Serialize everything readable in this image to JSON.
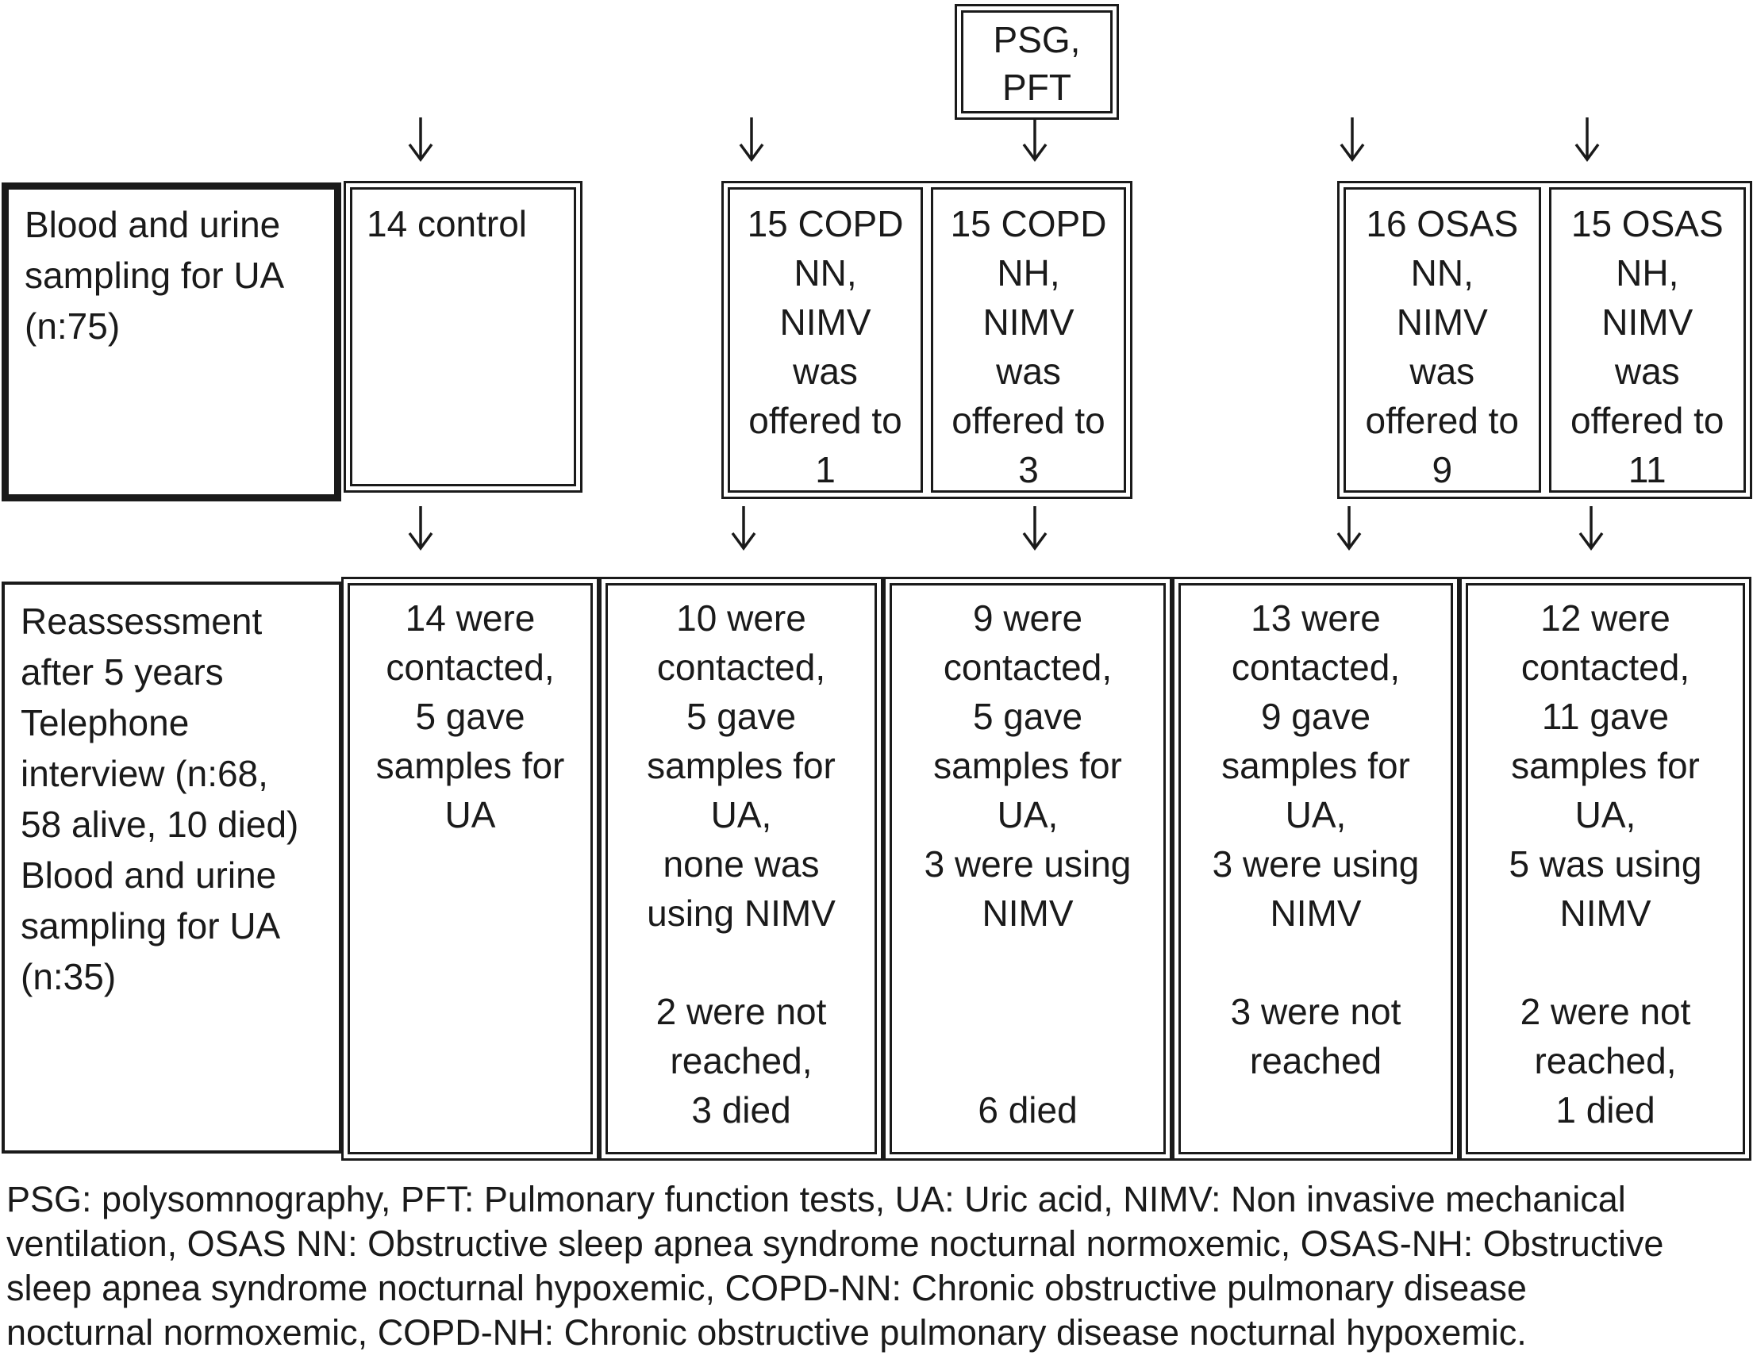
{
  "diagram": {
    "colors": {
      "ink": "#1a1a1a",
      "background": "#ffffff"
    },
    "top_box": {
      "lines": [
        "PSG,",
        "PFT"
      ]
    },
    "row1": {
      "label_box": {
        "lines": [
          "Blood and urine",
          "sampling for UA",
          "(n:75)"
        ]
      },
      "control_box": {
        "lines": [
          "14 control"
        ]
      },
      "copd_group": {
        "boxes": [
          {
            "lines": [
              "15 COPD",
              "NN,",
              "NIMV",
              "was",
              "offered to",
              "1"
            ]
          },
          {
            "lines": [
              "15 COPD",
              "NH,",
              "NIMV",
              "was",
              "offered to",
              "3"
            ]
          }
        ]
      },
      "osas_group": {
        "boxes": [
          {
            "lines": [
              "16 OSAS",
              "NN,",
              "NIMV",
              "was",
              "offered to",
              "9"
            ]
          },
          {
            "lines": [
              "15 OSAS",
              "NH,",
              "NIMV",
              "was",
              "offered to",
              "11"
            ]
          }
        ]
      }
    },
    "row2": {
      "label_box": {
        "lines": [
          "Reassessment",
          "after 5 years",
          "Telephone",
          "interview (n:68,",
          "58 alive, 10 died)",
          "Blood and urine",
          "sampling for UA",
          "(n:35)"
        ]
      },
      "boxes": [
        {
          "lines": [
            "14 were",
            "contacted,",
            "5 gave",
            "samples for",
            "UA",
            "",
            "",
            "",
            "",
            "",
            ""
          ]
        },
        {
          "lines": [
            "10 were",
            "contacted,",
            "5 gave",
            "samples for",
            "UA,",
            "none was",
            "using NIMV",
            "",
            "2 were not",
            "reached,",
            "3 died"
          ]
        },
        {
          "lines": [
            "9 were",
            "contacted,",
            "5 gave",
            "samples for",
            "UA,",
            "3 were using",
            "NIMV",
            "",
            "",
            "",
            "6 died"
          ]
        },
        {
          "lines": [
            "13 were",
            "contacted,",
            "9 gave",
            "samples for",
            "UA,",
            "3 were using",
            "NIMV",
            "",
            "3 were not",
            "reached",
            ""
          ]
        },
        {
          "lines": [
            "12 were",
            "contacted,",
            "11 gave",
            "samples for",
            "UA,",
            "5 was using",
            "NIMV",
            "",
            "2 were not",
            "reached,",
            "1 died"
          ]
        }
      ]
    },
    "legend": {
      "lines": [
        "PSG: polysomnography, PFT: Pulmonary function tests, UA: Uric acid, NIMV: Non invasive mechanical",
        "ventilation, OSAS NN: Obstructive sleep apnea syndrome nocturnal normoxemic, OSAS-NH: Obstructive",
        "sleep apnea syndrome nocturnal hypoxemic, COPD-NN: Chronic obstructive pulmonary disease",
        "nocturnal normoxemic, COPD-NH: Chronic obstructive pulmonary disease nocturnal hypoxemic."
      ]
    }
  }
}
